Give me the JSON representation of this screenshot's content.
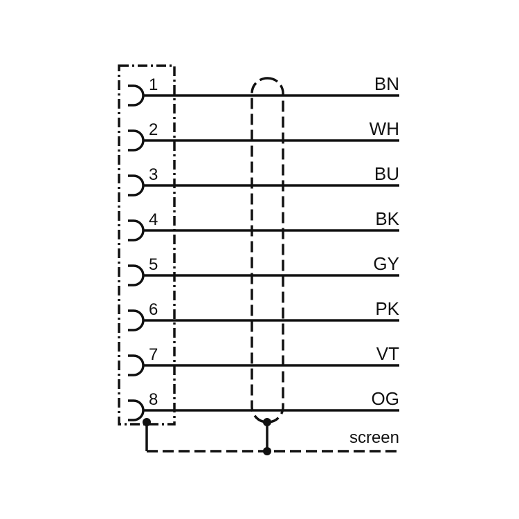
{
  "colors": {
    "ink": "#111111",
    "background": "#ffffff"
  },
  "pins": [
    {
      "number": "1",
      "wire": "BN"
    },
    {
      "number": "2",
      "wire": "WH"
    },
    {
      "number": "3",
      "wire": "BU"
    },
    {
      "number": "4",
      "wire": "BK"
    },
    {
      "number": "5",
      "wire": "GY"
    },
    {
      "number": "6",
      "wire": "PK"
    },
    {
      "number": "7",
      "wire": "VT"
    },
    {
      "number": "8",
      "wire": "OG"
    }
  ],
  "screen_label": "screen"
}
